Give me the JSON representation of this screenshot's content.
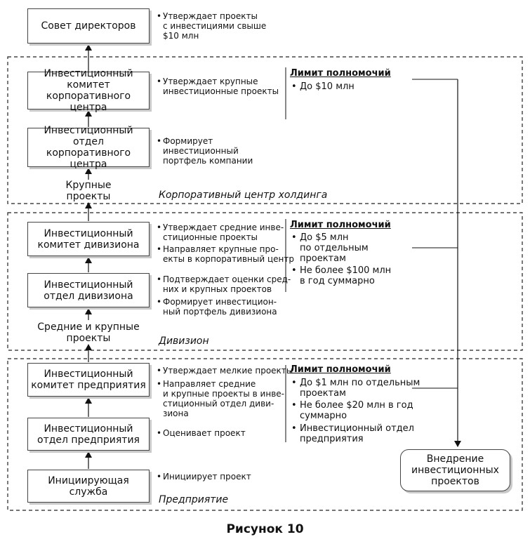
{
  "boxes": {
    "board": "Совет директоров",
    "inv_committee_corp": "Инвестиционный\nкомитет\nкорпоративного центра",
    "inv_dept_corp": "Инвестиционный\nотдел корпоративного\nцентра",
    "inv_committee_div": "Инвестиционный\nкомитет дивизиона",
    "inv_dept_div": "Инвестиционный\nотдел дивизиона",
    "inv_committee_ent": "Инвестиционный\nкомитет предприятия",
    "inv_dept_ent": "Инвестиционный\nотдел предприятия",
    "initiating_service": "Инициирующая\nслужба",
    "implementation": "Внедрение\nинвестиционных\nпроектов"
  },
  "bullets": {
    "board": "Утверждает проекты\nс инвестициями свыше\n$10 млн",
    "committee_corp": "Утверждает крупные\nинвестиционные проекты",
    "dept_corp": "Формирует\nинвестиционный\nпортфель компании",
    "committee_div_1": "Утверждает средние инве-\nстиционные проекты",
    "committee_div_2": "Направляет крупные про-\nекты в корпоративный центр",
    "dept_div_1": "Подтверждает оценки сред-\nних и крупных проектов",
    "dept_div_2": "Формирует инвестицион-\nный портфель дивизиона",
    "committee_ent_1": "Утверждает мелкие проекты",
    "committee_ent_2": "Направляет средние\nи крупные проекты в инве-\nстиционный отдел диви-\nзиона",
    "dept_ent": "Оценивает проект",
    "initiating": "Инициирует проект"
  },
  "flows": {
    "large_projects": "Крупные\nпроекты",
    "medium_large_projects": "Средние и крупные\nпроекты"
  },
  "zones": {
    "corporate": "Корпоративный центр холдинга",
    "division": "Дивизион",
    "enterprise": "Предприятие"
  },
  "limits": {
    "title": "Лимит полномочий",
    "corporate": [
      "До $10 млн"
    ],
    "division": [
      "До $5 млн\nпо отдельным\nпроектам",
      "Не более $100 млн\nв год суммарно"
    ],
    "enterprise": [
      "До $1 млн по отдельным\nпроектам",
      "Не более $20 млн в год\nсуммарно",
      "Инвестиционный отдел\nпредприятия"
    ]
  },
  "bullet_glyph": "•",
  "caption": "Рисунок 10"
}
